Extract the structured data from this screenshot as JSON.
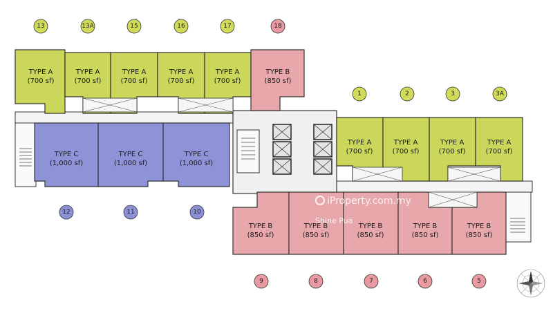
{
  "colors": {
    "type_a": "#cbd75a",
    "type_b": "#e8a7ab",
    "type_c": "#8e92d6",
    "badge_a": "#d1db5a",
    "badge_b": "#e99aa0",
    "badge_c": "#8c90d6",
    "corridor": "#f4f4f4",
    "wall": "#333333"
  },
  "units": {
    "u13": {
      "unit_no": "13",
      "type": "TYPE A",
      "size": "(700 sf)"
    },
    "u13a": {
      "unit_no": "13A",
      "type": "TYPE A",
      "size": "(700 sf)"
    },
    "u15": {
      "unit_no": "15",
      "type": "TYPE A",
      "size": "(700 sf)"
    },
    "u16": {
      "unit_no": "16",
      "type": "TYPE A",
      "size": "(700 sf)"
    },
    "u17": {
      "unit_no": "17",
      "type": "TYPE A",
      "size": "(700 sf)"
    },
    "u18": {
      "unit_no": "18",
      "type": "TYPE B",
      "size": "(850 sf)"
    },
    "u1": {
      "unit_no": "1",
      "type": "TYPE A",
      "size": "(700 sf)"
    },
    "u2": {
      "unit_no": "2",
      "type": "TYPE A",
      "size": "(700 sf)"
    },
    "u3": {
      "unit_no": "3",
      "type": "TYPE A",
      "size": "(700 sf)"
    },
    "u3a": {
      "unit_no": "3A",
      "type": "TYPE A",
      "size": "(700 sf)"
    },
    "u12": {
      "unit_no": "12",
      "type": "TYPE C",
      "size": "(1,000 sf)"
    },
    "u11": {
      "unit_no": "11",
      "type": "TYPE C",
      "size": "(1,000 sf)"
    },
    "u10": {
      "unit_no": "10",
      "type": "TYPE C",
      "size": "(1,000 sf)"
    },
    "u9": {
      "unit_no": "9",
      "type": "TYPE B",
      "size": "(850 sf)"
    },
    "u8": {
      "unit_no": "8",
      "type": "TYPE B",
      "size": "(850 sf)"
    },
    "u7": {
      "unit_no": "7",
      "type": "TYPE B",
      "size": "(850 sf)"
    },
    "u6": {
      "unit_no": "6",
      "type": "TYPE B",
      "size": "(850 sf)"
    },
    "u5": {
      "unit_no": "5",
      "type": "TYPE B",
      "size": "(850 sf)"
    }
  },
  "watermark": {
    "site": "iProperty.com.my",
    "agent": "Shine Pua"
  }
}
